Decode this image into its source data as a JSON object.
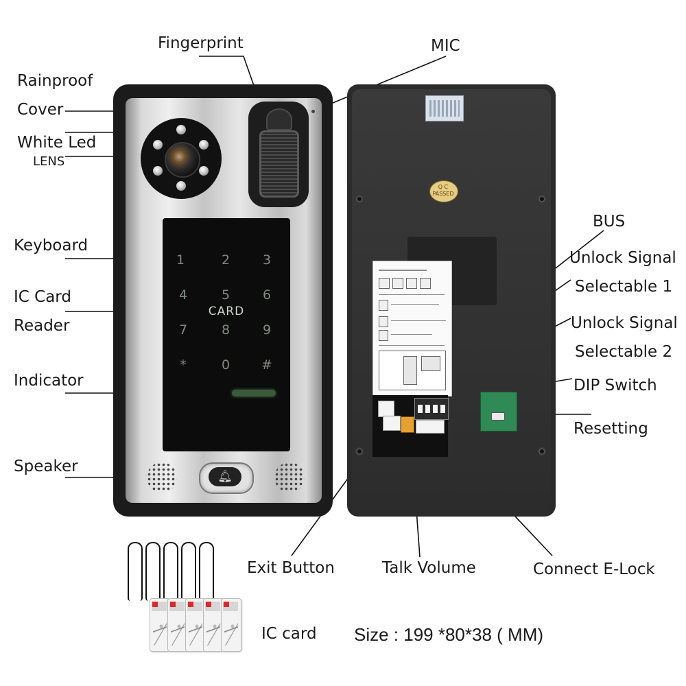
{
  "labels": {
    "fingerprint": "Fingerprint",
    "mic": "MIC",
    "rainproof": "Rainproof",
    "cover": "Cover",
    "white_led": "White Led",
    "lens": "LENS",
    "keyboard": "Keyboard",
    "ic_card": "IC Card",
    "reader": "Reader",
    "indicator": "Indicator",
    "speaker": "Speaker",
    "bus": "BUS",
    "unlock_signal_1": "Unlock Signal",
    "selectable_1": "Selectable 1",
    "unlock_signal_2": "Unlock Signal",
    "selectable_2": "Selectable 2",
    "dip_switch": "DIP Switch",
    "resetting": "Resetting",
    "exit_button": "Exit Button",
    "talk_volume": "Talk Volume",
    "connect_elock": "Connect E-Lock",
    "ic_card_bottom": "IC card",
    "size": "Size : 199 *80*38 ( MM)"
  },
  "keypad": {
    "keys": [
      "1",
      "2",
      "3",
      "4",
      "5",
      "6",
      "7",
      "8",
      "9",
      "*",
      "0",
      "#"
    ],
    "card_text": "CARD"
  },
  "qc_seal": {
    "line1": "Q C",
    "line2": "PASSED"
  },
  "colors": {
    "panel_black": "#1b1b1b",
    "brushed_metal": "#d8d8d8",
    "keypad_black": "#0c0c0c",
    "leader_line": "#111111",
    "pcb_green": "#2f8a55",
    "pot_orange": "#e6a133"
  },
  "icons": {
    "doorbell": "bell-icon"
  }
}
